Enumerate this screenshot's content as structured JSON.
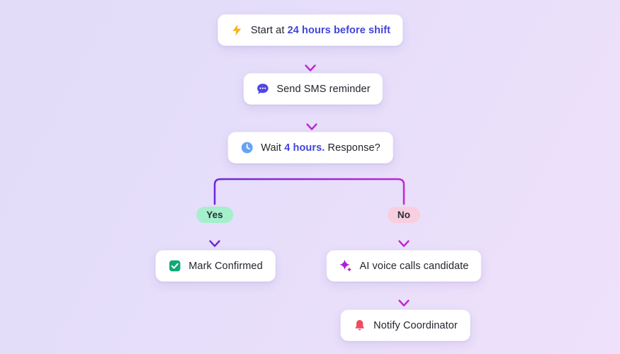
{
  "app": {
    "type": "workflow-flowchart"
  },
  "nodes": {
    "start": {
      "icon": "bolt-icon",
      "prefix": "Start at ",
      "highlight": "24 hours before shift",
      "suffix": ""
    },
    "sms": {
      "icon": "chat-bubble-icon",
      "label": "Send SMS reminder"
    },
    "wait": {
      "icon": "clock-icon",
      "prefix": "Wait ",
      "highlight": "4 hours.",
      "suffix": " Response?"
    },
    "confirm": {
      "icon": "checkbox-checked-icon",
      "label": "Mark Confirmed"
    },
    "ai_call": {
      "icon": "sparkles-icon",
      "label": "AI voice calls candidate"
    },
    "notify": {
      "icon": "bell-icon",
      "label": "Notify Coordinator"
    }
  },
  "branch_labels": {
    "yes": "Yes",
    "no": "No"
  },
  "colors": {
    "background_from": "#e2dcf8",
    "background_to": "#efe1fb",
    "card_bg": "#ffffff",
    "text": "#23252d",
    "highlight_text": "#4145d9",
    "arrow_violet": "#6d28d9",
    "arrow_magenta": "#c026d3",
    "yes_pill_bg": "#a5efcd",
    "no_pill_bg": "#f8cfde",
    "bolt_icon": "#f8b219",
    "chat_icon": "#4f46e5",
    "clock_icon": "#66a3f5",
    "check_icon": "#10a878",
    "sparkles_icon": "#b01fd6",
    "bell_icon": "#ee4b5f"
  }
}
